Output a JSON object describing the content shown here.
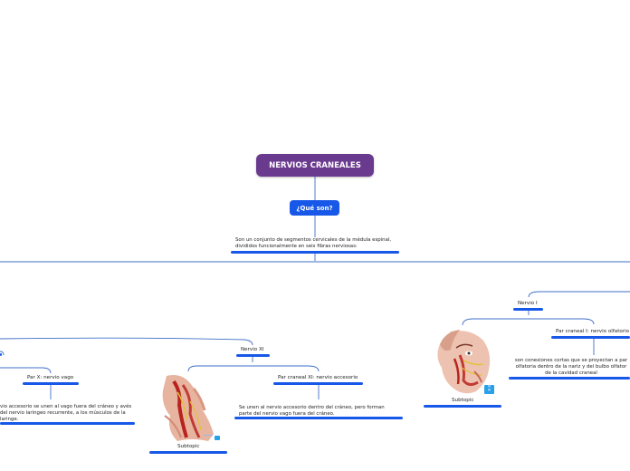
{
  "root": {
    "title": "NERVIOS CRANEALES"
  },
  "question": {
    "label": "¿Qué son?"
  },
  "definition": {
    "text": "Son un conjunto de segmentos cervicales de la médula espinal, divididos funcionalmente en seis fibras nerviosas:"
  },
  "nervio_xi": {
    "label": "Nervio XI",
    "par_x": {
      "label": "Par X: nervio vago",
      "text": "vio accesorio se unen al vago fuera del cráneo y avés del nervio laríngeo recurrente, a los músculos de la laringe."
    },
    "par_xi": {
      "label": "Par craneal XI: nervio accesorio",
      "text": "Se unen al nervio accesorio dentro del cráneo, pero forman parte del nervio vago fuera del cráneo."
    },
    "subtopic": {
      "label": "Subtopic",
      "image_icon": "neck-anatomy-image"
    }
  },
  "nervio_i": {
    "label": "Nervio I",
    "par_i": {
      "label": "Par craneal I: nervio olfatorio",
      "text": "son conexiones cortas que se proyectan a par olfatoria dentro de la nariz y del bulbo olfator de la cavidad craneal"
    },
    "subtopic": {
      "label": "Subtopic",
      "image_icon": "head-anatomy-image"
    }
  },
  "colors": {
    "root": "#6a3a8f",
    "accent": "#1758e8",
    "connector": "#3f6fc9"
  }
}
